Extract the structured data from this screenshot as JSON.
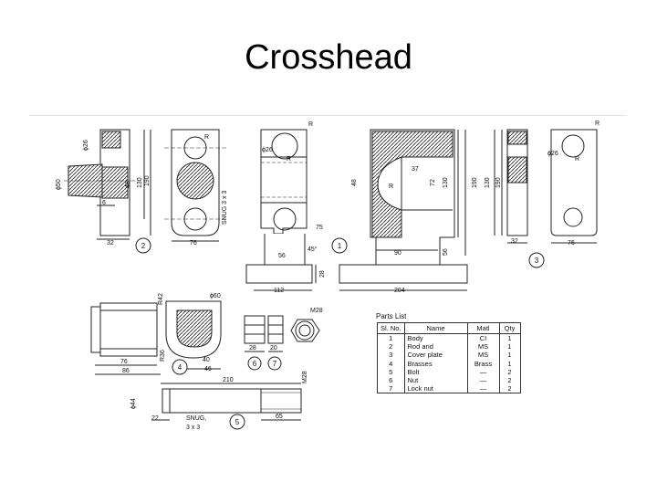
{
  "slide": {
    "title": "Crosshead"
  },
  "drawing": {
    "dims": {
      "v1_d26": "ϕ26",
      "v1_d50": "ϕ50",
      "v1_48": "48",
      "v1_130": "130",
      "v1_190": "190",
      "v1_32": "32",
      "v1_6": "6",
      "v2_76": "76",
      "v2_R": "R",
      "v2_snug": "SNUG 3 x 3",
      "v3_R": "R",
      "v3_d26": "ϕ26",
      "v3_R2": "R",
      "v3_75": "75",
      "v3_45": "45°",
      "v3_56": "56",
      "v3_112": "112",
      "v3_28": "28",
      "v4_37": "37",
      "v4_48": "48",
      "v4_72": "72",
      "v4_130": "130",
      "v4_190": "190",
      "v4_90": "90",
      "v4_56": "56",
      "v4_204": "204",
      "v4_R": "R",
      "v5_130": "130",
      "v5_190": "190",
      "v5_32": "32",
      "v6_R": "R",
      "v6_d26": "ϕ26",
      "v6_R2": "R",
      "v6_76": "76",
      "p4_R42": "R42",
      "p4_d60": "ϕ60",
      "p4_R36": "R36",
      "p4_76": "76",
      "p4_86": "86",
      "p4_40": "40",
      "p4_46": "46",
      "p6_28": "28",
      "p7_20": "20",
      "p7_m28": "M28",
      "p5_210": "210",
      "p5_m28": "M28",
      "p5_d44": "ϕ44",
      "p5_22": "22",
      "p5_snug": "SNUG,",
      "p5_snug2": "3 x 3",
      "p5_65": "65"
    },
    "callouts": [
      "1",
      "2",
      "3",
      "4",
      "5",
      "6",
      "7"
    ]
  },
  "parts_list": {
    "title": "Parts List",
    "headers": [
      "Sl. No.",
      "Name",
      "Matl",
      "Qty"
    ],
    "rows": [
      [
        "1",
        "Body",
        "CI",
        "1"
      ],
      [
        "2",
        "Rod and",
        "MS",
        "1"
      ],
      [
        "3",
        "Cover plate",
        "MS",
        "1"
      ],
      [
        "4",
        "Brasses",
        "Brass",
        "1"
      ],
      [
        "5",
        "Bolt",
        "—",
        "2"
      ],
      [
        "6",
        "Nut",
        "—",
        "2"
      ],
      [
        "7",
        "Lock nut",
        "—",
        "2"
      ]
    ]
  }
}
